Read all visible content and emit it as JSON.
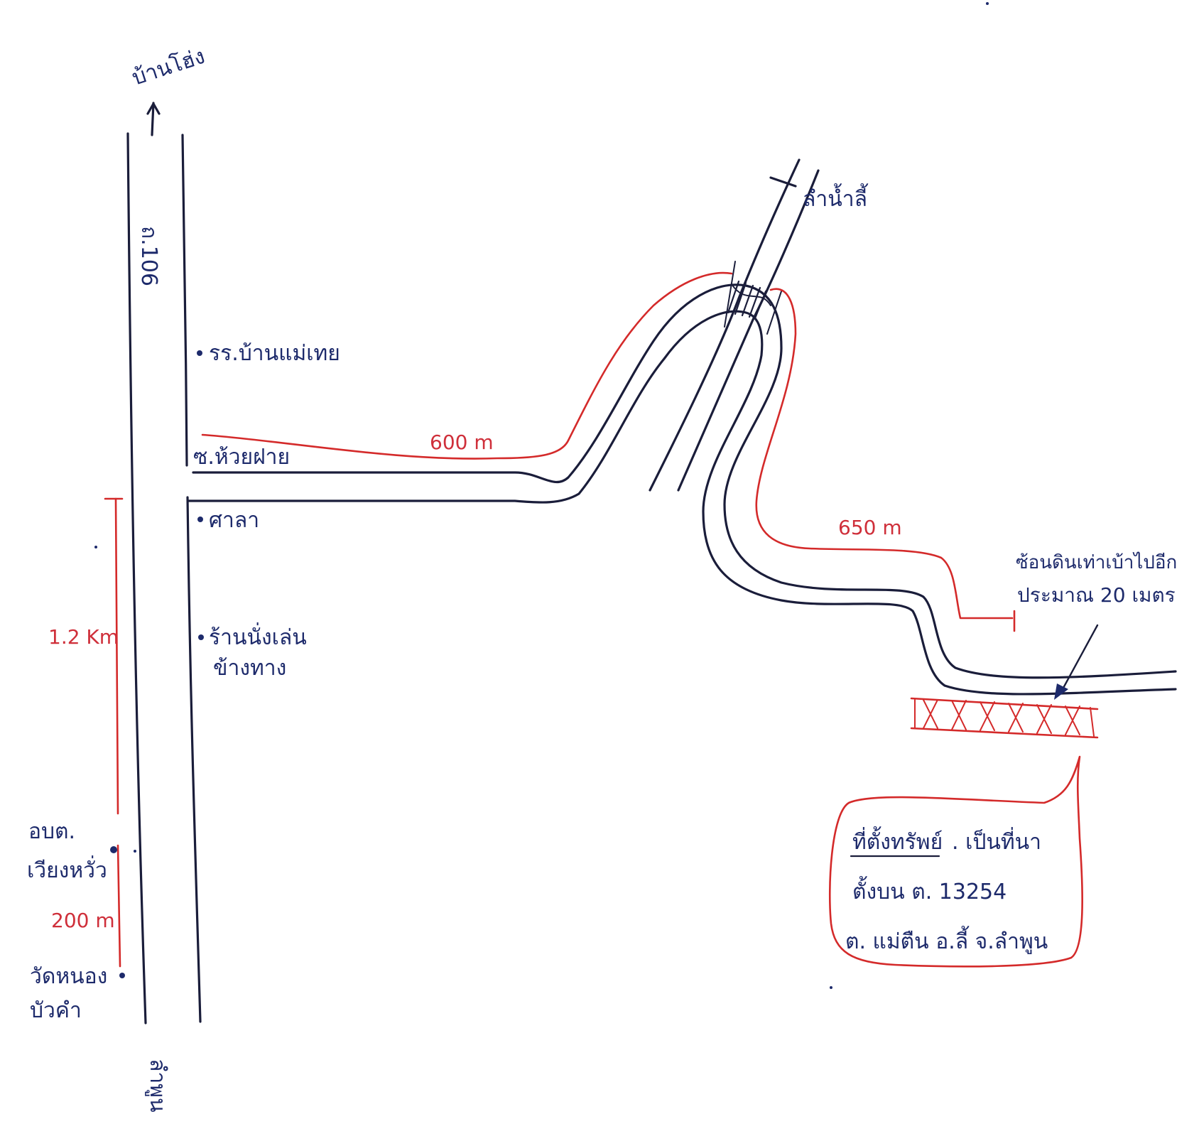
{
  "labels": {
    "ban_hong": "บ้านโฮ่ง",
    "route": "ถ.106",
    "school": "รร.บ้านแม่เทย",
    "soi": "ซ.ห้วยฝาย",
    "sala": "ศาลา",
    "shop_line1": "ร้านนั่งเล่น",
    "shop_line2": "ข้างทาง",
    "obt_line1": "อบต.",
    "obt_line2": "เวียงหวั่ว",
    "wat_line1": "วัดหนอง",
    "wat_line2": "บัวคำ",
    "bottom_road": "ลำพูน",
    "river": "ลำน้ำลี้",
    "note_line1": "ซ้อนดินเท่าเบ้าไปอีก",
    "note_line2": "ประมาณ 20 เมตร",
    "box_title": "ที่ตั้งทรัพย์",
    "box_suffix": ". เป็นที่นา",
    "box_line2": "ตั้งบน ต. 13254",
    "box_line3": "ต. แม่ตืน อ.ลี้ จ.ลำพูน"
  },
  "distances": {
    "d1": "600 m",
    "d2": "650 m",
    "d3": "1.2 Km",
    "d4": "200 m"
  },
  "colors": {
    "ink": "#1a1d3a",
    "red_ink": "#d42a2a"
  }
}
